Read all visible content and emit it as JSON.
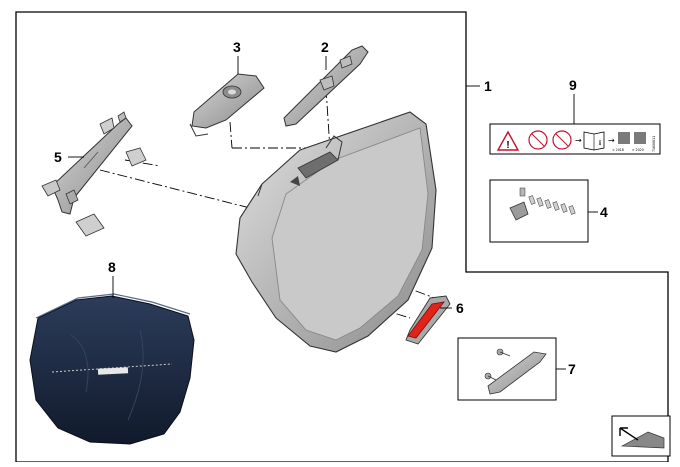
{
  "diagram": {
    "callouts": [
      {
        "id": "1",
        "label": "1"
      },
      {
        "id": "2",
        "label": "2"
      },
      {
        "id": "3",
        "label": "3"
      },
      {
        "id": "4",
        "label": "4"
      },
      {
        "id": "5",
        "label": "5"
      },
      {
        "id": "6",
        "label": "6"
      },
      {
        "id": "7",
        "label": "7"
      },
      {
        "id": "8",
        "label": "8"
      },
      {
        "id": "9",
        "label": "9"
      }
    ],
    "label_card": {
      "tiny_left": "< 2018",
      "tiny_right": "> 2020",
      "tiny_vertical": "71608811"
    }
  },
  "colors": {
    "outline": "#000000",
    "case_grey": "#b9b9b9",
    "reflector_red": "#e2231a",
    "bag_navy": "#1c2a44",
    "warning_red": "#c8102e"
  },
  "icons": [
    "direction-arrow-icon",
    "warning-triangle-icon",
    "manual-book-icon"
  ]
}
